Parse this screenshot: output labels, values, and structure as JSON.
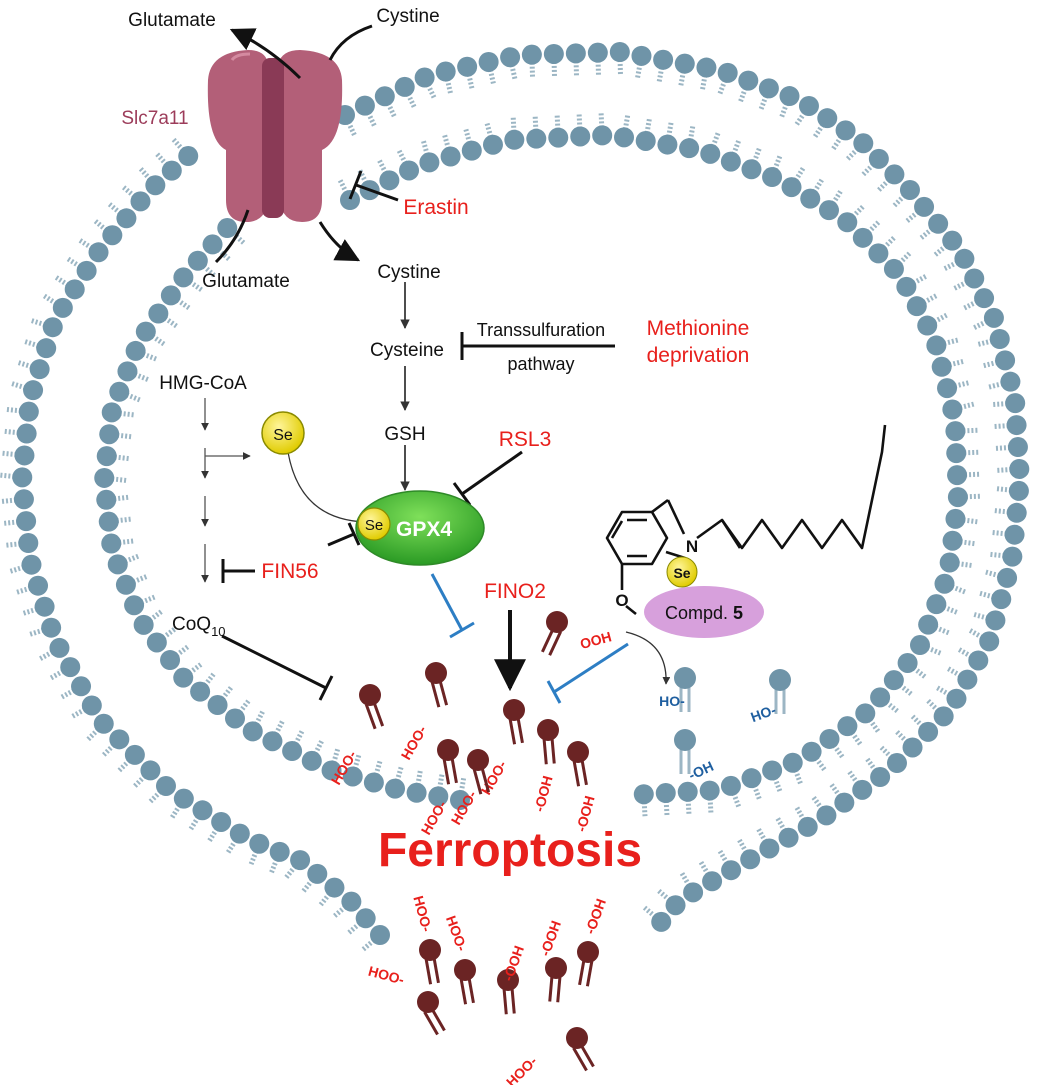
{
  "colors": {
    "membrane_head": "#6f94a8",
    "membrane_tail": "#9cb6c4",
    "inhibitor_red": "#e8201c",
    "transporter": "#b35f78",
    "transporter_dark": "#8a3a56",
    "transporter_label": "#9c3c5a",
    "gpx4_green": "#3cb32e",
    "selenium_yellow": "#f4e40f",
    "lipid_dark": "#6b2424",
    "blue_inhibition": "#2d7ec4",
    "compound_pink": "#d7a0dc",
    "hydroxyl_blue": "#1f5fa0"
  },
  "labels": {
    "glutamate_out": "Glutamate",
    "cystine_out": "Cystine",
    "transporter": "Slc7a11",
    "erastin": "Erastin",
    "glutamate_in": "Glutamate",
    "cystine_in": "Cystine",
    "cysteine": "Cysteine",
    "transsulfuration_line1": "Transsulfuration",
    "transsulfuration_line2": "pathway",
    "methionine_line1": "Methionine",
    "methionine_line2": "deprivation",
    "hmg_coa": "HMG-CoA",
    "se": "Se",
    "gsh": "GSH",
    "rsl3": "RSL3",
    "gpx4_se": "Se",
    "gpx4": "GPX4",
    "fin56": "FIN56",
    "coq_base": "CoQ",
    "coq_sub": "10",
    "fino2": "FINO2",
    "compound_prefix": "Compd. ",
    "compound_number": "5",
    "mol_n": "N",
    "mol_se": "Se",
    "mol_o": "O",
    "ferroptosis": "Ferroptosis",
    "hoo": "HOO-",
    "ooh": "-OOH",
    "ooh_bare": "OOH",
    "ho": "HO-",
    "oh": "-OH"
  }
}
